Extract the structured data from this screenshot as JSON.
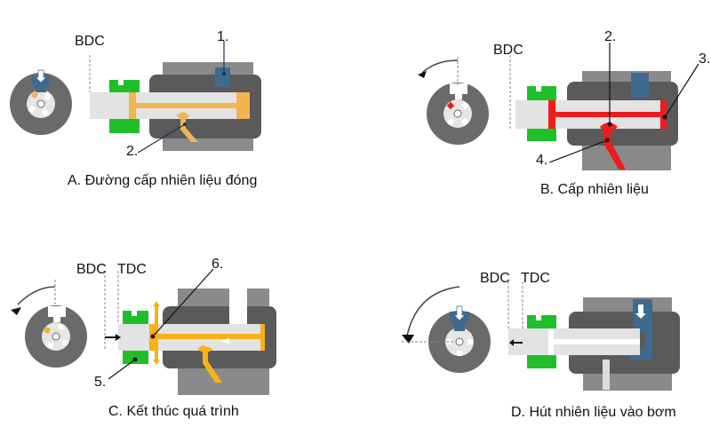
{
  "colors": {
    "body_dark": "#5a5a5a",
    "body_mid": "#7d7d7d",
    "plunger": "#e3e3e3",
    "nut_green": "#1fbf2a",
    "inlet_blue": "#3f6a8f",
    "fuel_orange": "#f2b553",
    "fuel_red": "#ee1c1c",
    "fuel_yellow": "#f5b21a"
  },
  "panels": [
    {
      "id": "A",
      "caption": "A. Đường cấp nhiên liệu đóng",
      "positions": [
        "BDC"
      ],
      "callouts": [
        "1.",
        "2."
      ]
    },
    {
      "id": "B",
      "caption": "B. Cấp nhiên liệu",
      "positions": [
        "BDC"
      ],
      "callouts": [
        "2.",
        "3.",
        "4."
      ]
    },
    {
      "id": "C",
      "caption": "C. Kết thúc quá trình",
      "positions": [
        "BDC",
        "TDC"
      ],
      "callouts": [
        "6.",
        "5."
      ]
    },
    {
      "id": "D",
      "caption": "D. Hút nhiên liệu vào bơm",
      "positions": [
        "BDC",
        "TDC"
      ],
      "callouts": []
    }
  ]
}
